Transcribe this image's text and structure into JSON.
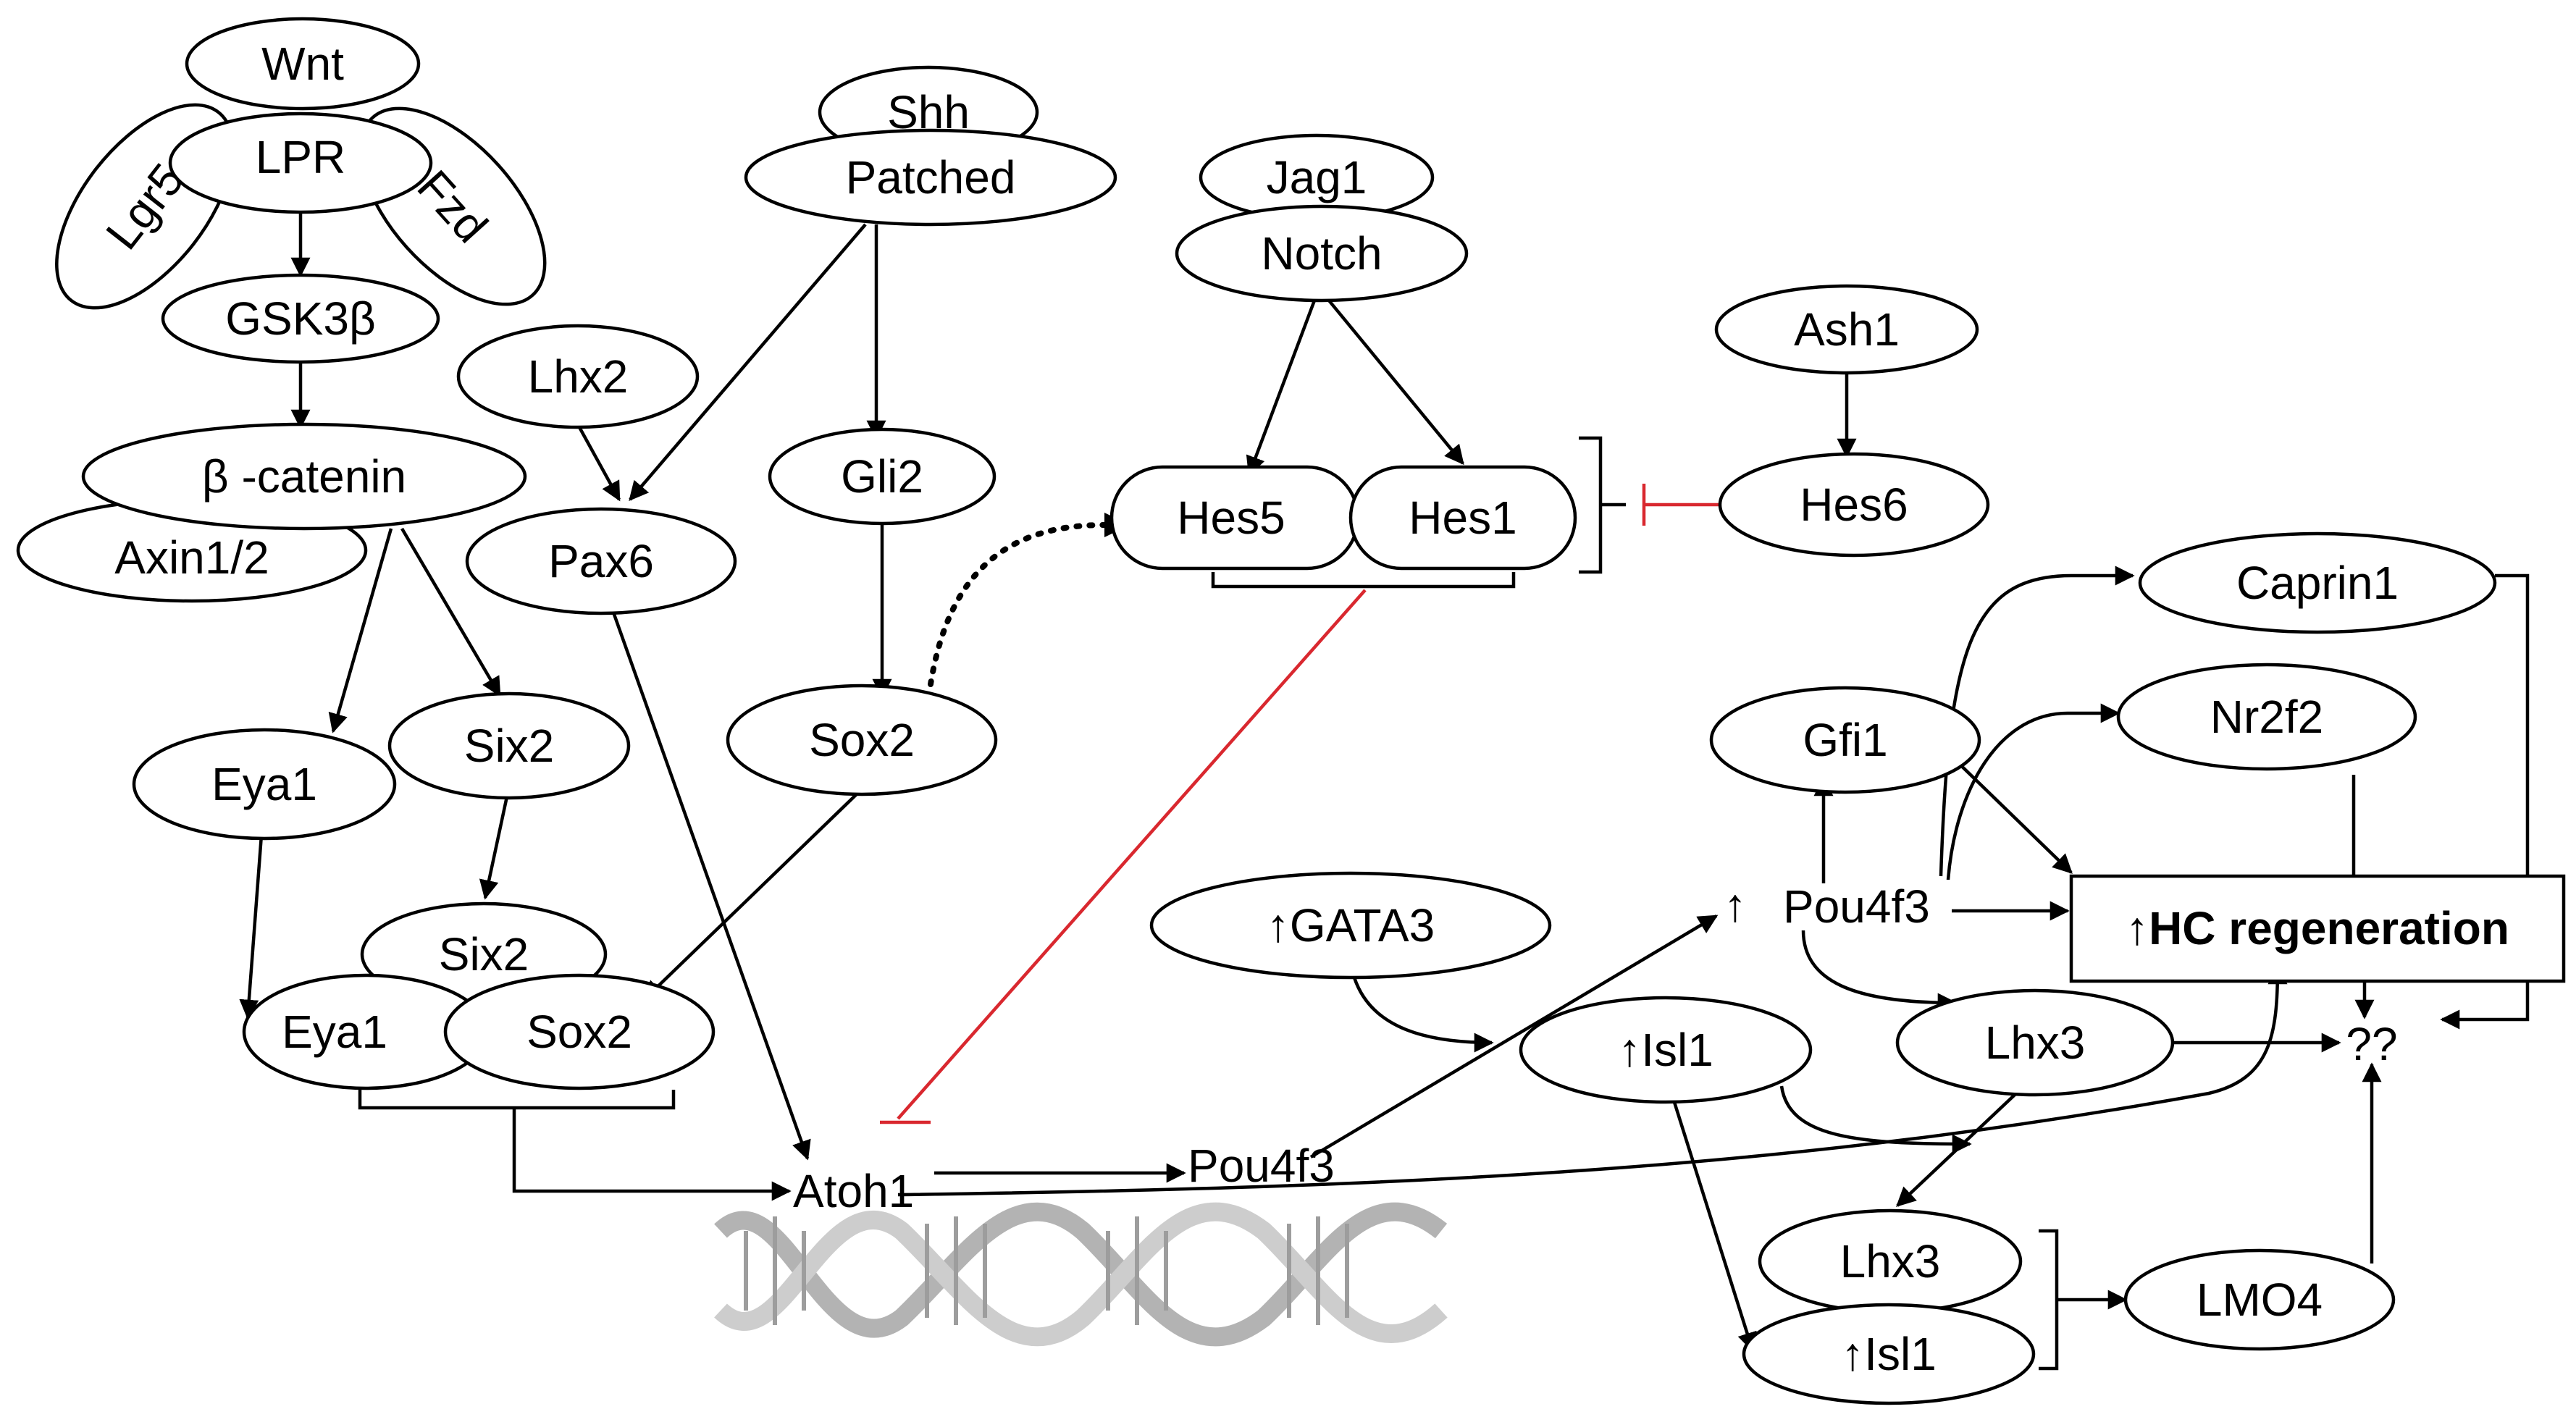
{
  "nodes": {
    "wnt": "Wnt",
    "lpr": "LPR",
    "lgr5": "Lgr5",
    "fzd": "Fzd",
    "gsk3b": "GSK3β",
    "beta_catenin": "β -catenin",
    "axin": "Axin1/2",
    "eya1": "Eya1",
    "six2": "Six2",
    "six2_complex": "Six2",
    "eya1_complex": "Eya1",
    "sox2_complex": "Sox2",
    "lhx2": "Lhx2",
    "pax6": "Pax6",
    "shh": "Shh",
    "patched": "Patched",
    "gli2": "Gli2",
    "sox2": "Sox2",
    "jag1": "Jag1",
    "notch": "Notch",
    "hes5": "Hes5",
    "hes1": "Hes1",
    "ash1": "Ash1",
    "hes6": "Hes6",
    "atoh1": "Atoh1",
    "pou4f3_low": "Pou4f3",
    "gata3": "↑GATA3",
    "isl1": "↑Isl1",
    "pou4f3_up_arrow": "↑",
    "pou4f3": "Pou4f3",
    "gfi1": "Gfi1",
    "caprin1": "Caprin1",
    "nr2f2": "Nr2f2",
    "hc_regeneration": "↑HC regeneration",
    "lhx3": "Lhx3",
    "unknown": "??",
    "lhx3_complex": "Lhx3",
    "isl1_complex": "↑Isl1",
    "lmo4": "LMO4"
  },
  "colors": {
    "line": "#000000",
    "inhibition": "#d9282f"
  }
}
